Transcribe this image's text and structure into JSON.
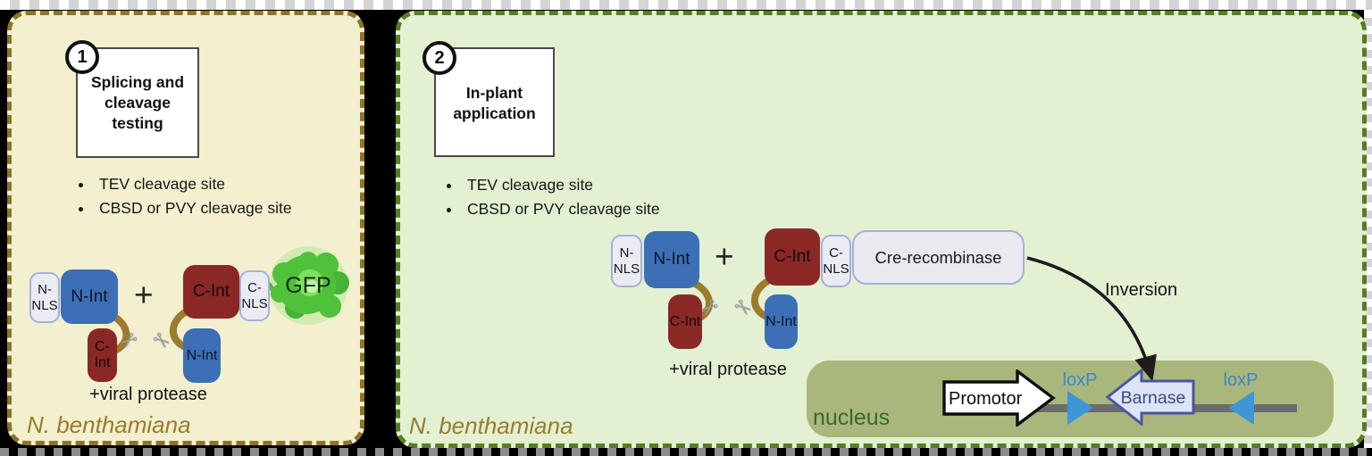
{
  "shared": {
    "plus": "+",
    "scissors_glyph": "✂",
    "protease_label": "+viral protease",
    "species_label": "N. benthamiana",
    "bullets": [
      "TEV cleavage site",
      "CBSD or PVY cleavage site"
    ],
    "boxes": {
      "n_nls": "N-NLS",
      "n_int": "N-Int",
      "c_int": "C-Int",
      "c_nls": "C-NLS"
    }
  },
  "left_panel": {
    "badge": "1",
    "title": "Splicing and cleavage testing",
    "gfp_label": "GFP"
  },
  "right_panel": {
    "badge": "2",
    "title": "In-plant application",
    "cre_label": "Cre-recombinase",
    "inversion_label": "Inversion",
    "nucleus_label": "nucleus",
    "promotor_label": "Promotor",
    "barnase_label": "Barnase",
    "loxp_label": "loxP"
  },
  "colors": {
    "left_panel_bg": "#f2f0ce",
    "left_panel_border": "#8e7427",
    "right_panel_bg": "#e3f0d2",
    "right_panel_border": "#577d24",
    "intein_blue": "#3d6fb7",
    "intein_maroon": "#8a2826",
    "nls_box_fill": "#ebebf3",
    "nls_box_border": "#a3b2d8",
    "linker_gold": "#9c7c2c",
    "gfp_green": "#4fc13b",
    "nucleus_fill": "#a9b77c",
    "nucleus_text": "#3a672f",
    "loxp_blue": "#3e96d8",
    "barnase_fill": "#dde4f8",
    "barnase_border": "#4a55a0",
    "species_gold": "#9a7c2e"
  }
}
